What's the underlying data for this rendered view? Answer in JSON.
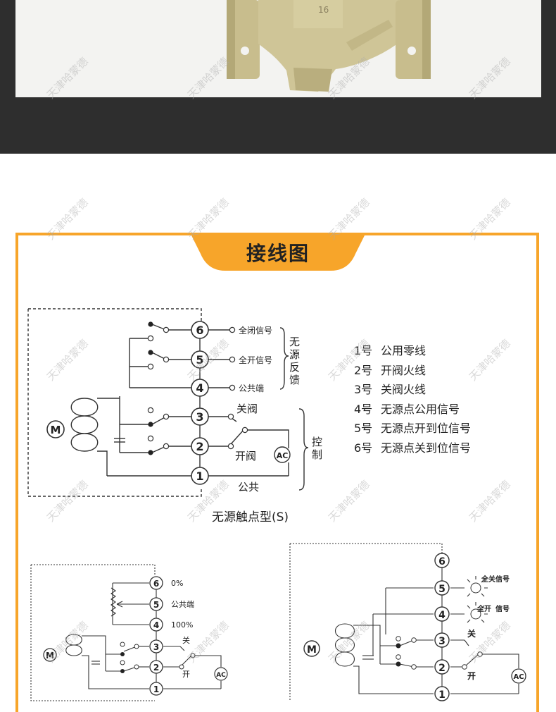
{
  "section_title": "接线图",
  "valve_cast_mark": "16",
  "diagram1": {
    "caption": "无源触点型(S)",
    "terminals": [
      "6",
      "5",
      "4",
      "3",
      "2",
      "1"
    ],
    "signal_labels": {
      "t6": "全闭信号",
      "t5": "全开信号",
      "t4": "公共端"
    },
    "feedback_group": "无源反馈",
    "control_labels": {
      "t3": "关阀",
      "t2": "开阀",
      "t1": "公共"
    },
    "control_group": "控制",
    "motor": "M",
    "power": "AC"
  },
  "legend": [
    {
      "num": "1号",
      "text": "公用零线"
    },
    {
      "num": "2号",
      "text": "开阀火线"
    },
    {
      "num": "3号",
      "text": "关阀火线"
    },
    {
      "num": "4号",
      "text": "无源点公用信号"
    },
    {
      "num": "5号",
      "text": "无源点开到位信号"
    },
    {
      "num": "6号",
      "text": "无源点关到位信号"
    }
  ],
  "diagram2": {
    "terminals": [
      "6",
      "5",
      "4",
      "3",
      "2",
      "1"
    ],
    "labels": {
      "t6": "0%",
      "t5": "公共端",
      "t4": "100%",
      "t3": "关",
      "t2": "开"
    },
    "motor": "M",
    "power": "AC"
  },
  "diagram3": {
    "terminals": [
      "6",
      "5",
      "4",
      "3",
      "2",
      "1"
    ],
    "labels": {
      "t5": "全关信号",
      "t4_a": "全开",
      "t4_b": "信号",
      "t3": "关",
      "t2": "开"
    },
    "motor": "M",
    "power": "AC"
  },
  "watermark": "天津哈蒙德"
}
